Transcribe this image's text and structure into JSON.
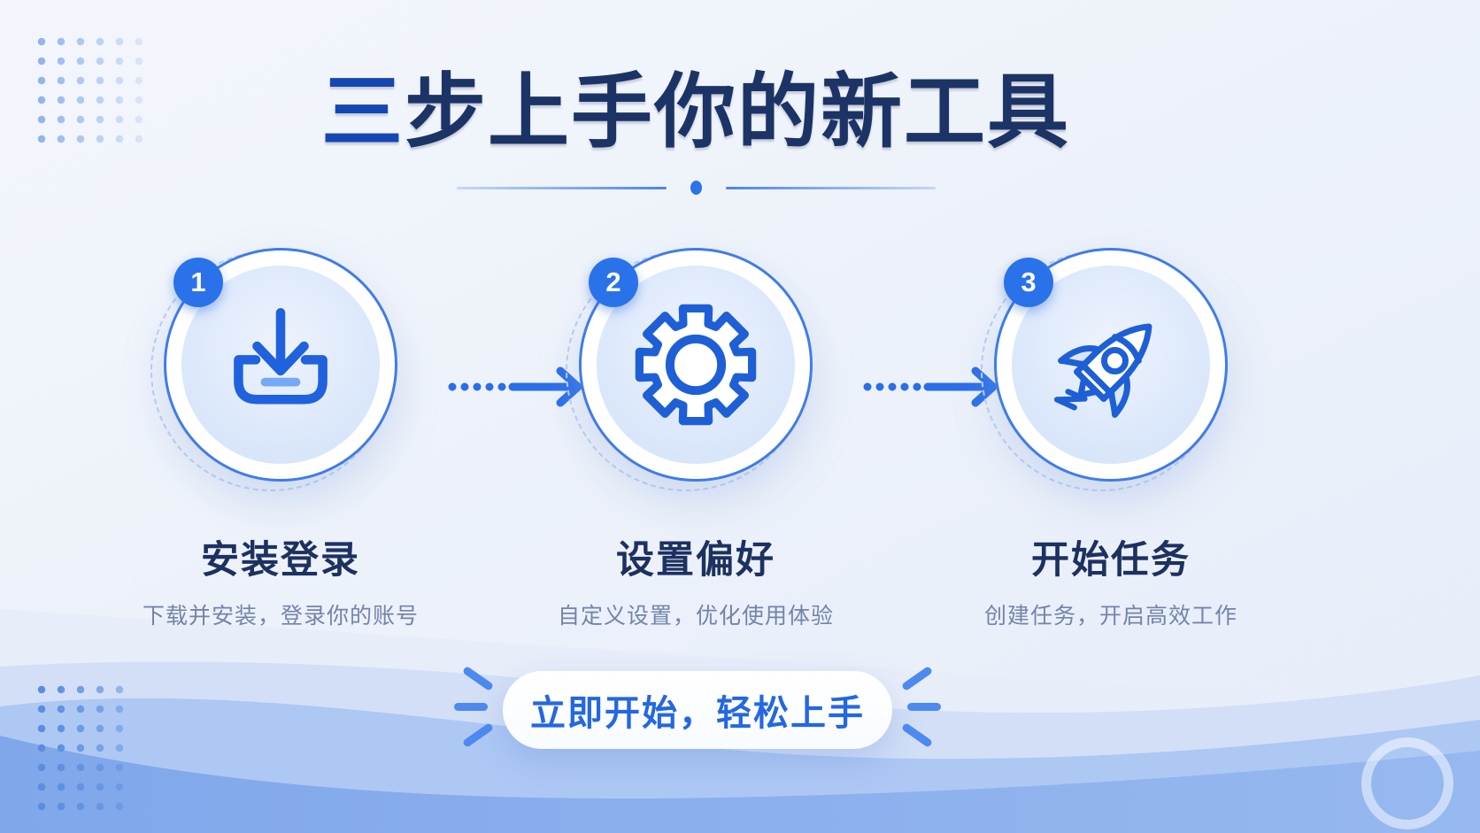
{
  "header": {
    "title_accent": "三",
    "title_rest": "步上手你的新工具"
  },
  "steps": [
    {
      "number": "1",
      "title": "安装登录",
      "desc": "下载并安装，登录你的账号",
      "icon": "download-icon"
    },
    {
      "number": "2",
      "title": "设置偏好",
      "desc": "自定义设置，优化使用体验",
      "icon": "gear-icon"
    },
    {
      "number": "3",
      "title": "开始任务",
      "desc": "创建任务，开启高效工作",
      "icon": "rocket-icon"
    }
  ],
  "cta": {
    "label": "立即开始，轻松上手"
  },
  "colors": {
    "accent_blue": "#2a6ee8",
    "title_navy": "#1c3366",
    "title_accent_blue": "#1547b2",
    "desc_gray_blue": "#7384ab",
    "badge_blue": "#2a72ea",
    "circle_ring_blue": "#3f7ce9",
    "circle_fill_light": "#dbe7fa",
    "button_text_blue": "#2467e2",
    "wave_blue": "#8cb0ee"
  }
}
